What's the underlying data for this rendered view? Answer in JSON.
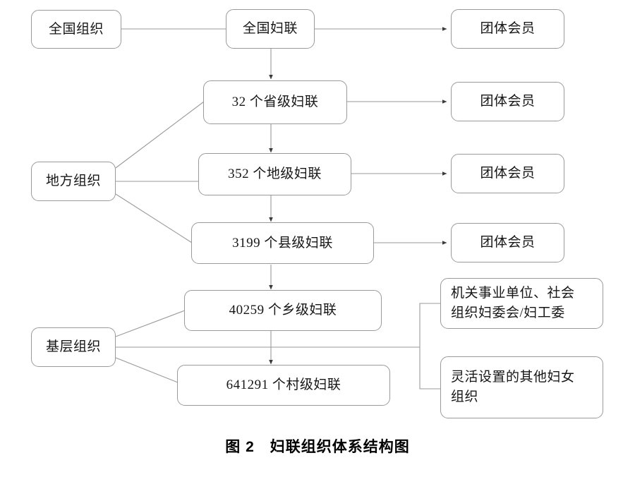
{
  "figure": {
    "caption": "图 2　妇联组织体系结构图",
    "line_color": "#9a9a9a",
    "arrow_color": "#3a3a3a",
    "box_border_color": "#9a9a9a",
    "background_color": "#ffffff"
  },
  "groups": {
    "national": "全国组织",
    "local": "地方组织",
    "grassroots": "基层组织"
  },
  "hierarchy": [
    {
      "id": "national-federation",
      "label": "全国妇联",
      "level": "全国"
    },
    {
      "id": "provincial-federation",
      "label": "32 个省级妇联",
      "count": 32,
      "level": "省级"
    },
    {
      "id": "prefecture-federation",
      "label": "352 个地级妇联",
      "count": 352,
      "level": "地级"
    },
    {
      "id": "county-federation",
      "label": "3199 个县级妇联",
      "count": 3199,
      "level": "县级"
    },
    {
      "id": "township-federation",
      "label": "40259 个乡级妇联",
      "count": 40259,
      "level": "乡级"
    },
    {
      "id": "village-federation",
      "label": "641291 个村级妇联",
      "count": 641291,
      "level": "村级"
    }
  ],
  "group_members": [
    {
      "id": "group-member-1",
      "label": "团体会员"
    },
    {
      "id": "group-member-2",
      "label": "团体会员"
    },
    {
      "id": "group-member-3",
      "label": "团体会员"
    },
    {
      "id": "group-member-4",
      "label": "团体会员"
    }
  ],
  "grassroots_units": [
    {
      "id": "institution-unit",
      "line1": "机关事业单位、社会",
      "line2": "组织妇委会/妇工委"
    },
    {
      "id": "flexible-unit",
      "line1": "灵活设置的其他妇女",
      "line2": "组织"
    }
  ]
}
